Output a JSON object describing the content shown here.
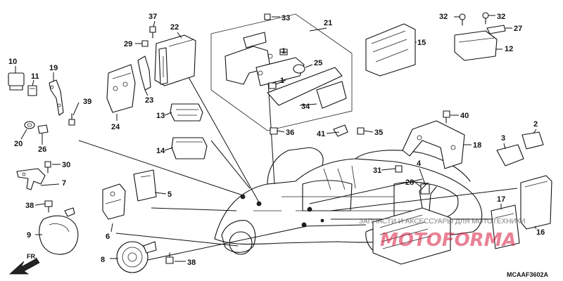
{
  "diagram": {
    "code": "MCAAF3602A",
    "front_label": "FR.",
    "watermark_text": "ЗАПЧАСТИ И АКСЕССУАРЫ ДЛЯ МОТОТЕХНИКИ",
    "watermark_logo": "MOTOFORMA",
    "part_numbers": [
      "1",
      "1",
      "2",
      "3",
      "4",
      "5",
      "6",
      "7",
      "8",
      "9",
      "10",
      "11",
      "12",
      "13",
      "14",
      "15",
      "16",
      "17",
      "18",
      "19",
      "20",
      "21",
      "22",
      "23",
      "24",
      "25",
      "26",
      "27",
      "28",
      "29",
      "30",
      "31",
      "32",
      "32",
      "33",
      "34",
      "35",
      "36",
      "37",
      "38",
      "38",
      "39",
      "40",
      "41"
    ]
  }
}
